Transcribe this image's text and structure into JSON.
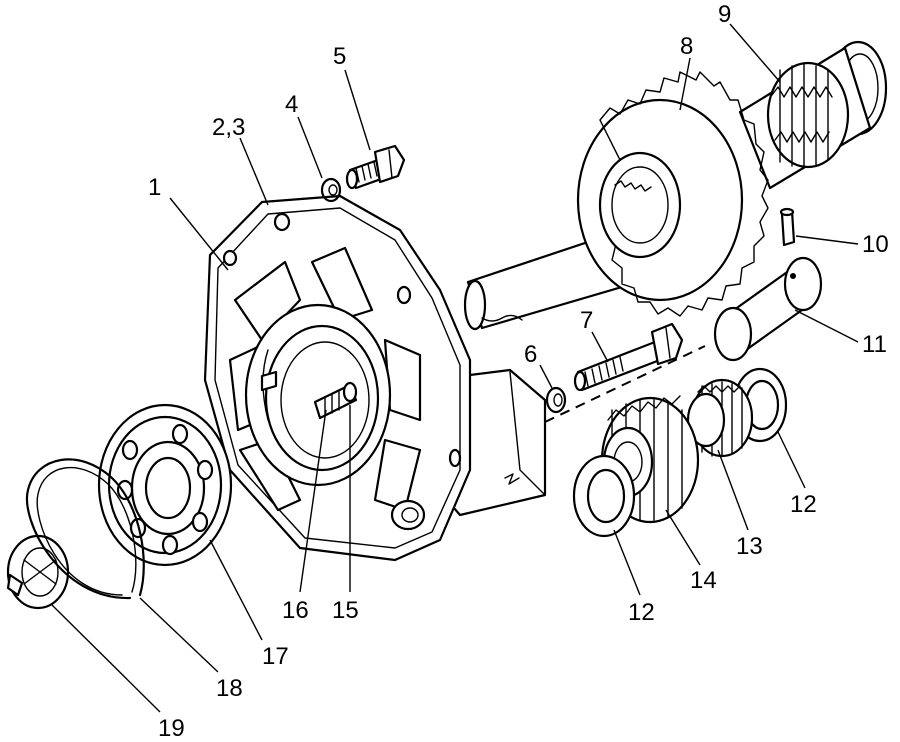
{
  "callouts": [
    {
      "id": "1",
      "text": "1"
    },
    {
      "id": "2-3",
      "text": "2,3"
    },
    {
      "id": "4",
      "text": "4"
    },
    {
      "id": "5",
      "text": "5"
    },
    {
      "id": "6",
      "text": "6"
    },
    {
      "id": "7",
      "text": "7"
    },
    {
      "id": "8",
      "text": "8"
    },
    {
      "id": "9",
      "text": "9"
    },
    {
      "id": "10",
      "text": "10"
    },
    {
      "id": "11",
      "text": "11"
    },
    {
      "id": "12a",
      "text": "12"
    },
    {
      "id": "12b",
      "text": "12"
    },
    {
      "id": "13",
      "text": "13"
    },
    {
      "id": "14",
      "text": "14"
    },
    {
      "id": "15",
      "text": "15"
    },
    {
      "id": "16",
      "text": "16"
    },
    {
      "id": "17",
      "text": "17"
    },
    {
      "id": "18",
      "text": "18"
    },
    {
      "id": "19",
      "text": "19"
    }
  ]
}
